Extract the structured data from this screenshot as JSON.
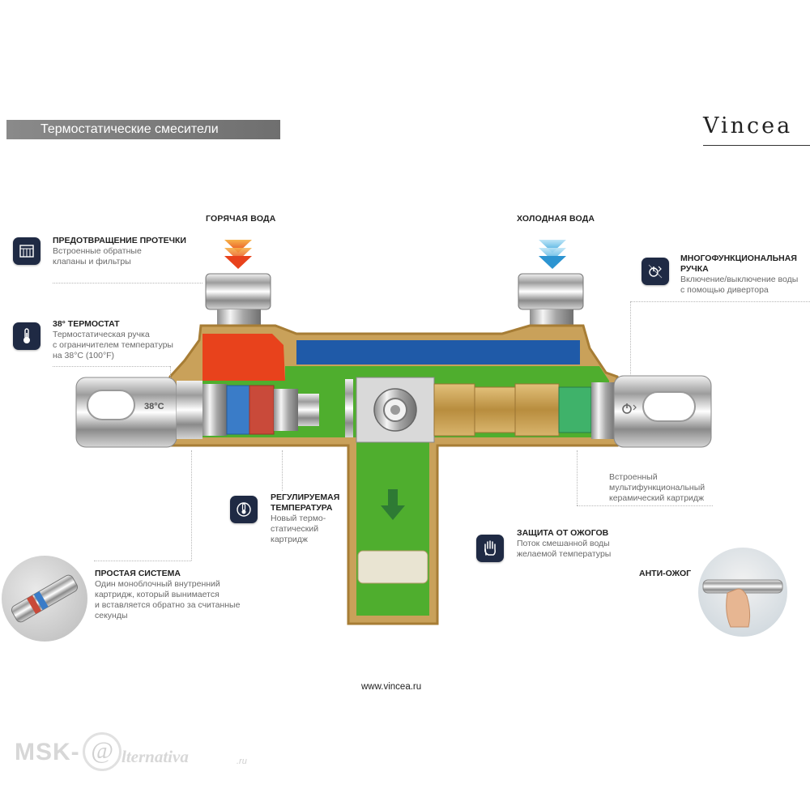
{
  "header": {
    "title": "Термостатические смесители",
    "brand": "Vincea"
  },
  "flows": {
    "hot": "ГОРЯЧАЯ ВОДА",
    "cold": "ХОЛОДНАЯ ВОДА"
  },
  "valve_labels": {
    "temp_marking": "38°C"
  },
  "features": {
    "leak": {
      "title": "ПРЕДОТВРАЩЕНИЕ ПРОТЕЧКИ",
      "desc": [
        "Встроенные обратные",
        "клапаны и фильтры"
      ]
    },
    "thermostat": {
      "title": "38° ТЕРМОСТАТ",
      "desc": [
        "Термостатическая ручка",
        "с ограничителем температуры",
        "на 38°C (100°F)"
      ]
    },
    "handle": {
      "title": [
        "МНОГОФУНКЦИОНАЛЬНАЯ",
        "РУЧКА"
      ],
      "desc": [
        "Включение/выключение воды",
        "с помощью дивертора"
      ]
    },
    "cartridge": {
      "desc": [
        "Встроенный",
        "мультифункциональный",
        "керамический картридж"
      ]
    },
    "adjustable": {
      "title": [
        "РЕГУЛИРУЕМАЯ",
        "ТЕМПЕРАТУРА"
      ],
      "desc": [
        "Новый термо-",
        "статический",
        "картридж"
      ]
    },
    "scald": {
      "title": "ЗАЩИТА ОТ ОЖОГОВ",
      "desc": [
        "Поток смешанной воды",
        "желаемой температуры"
      ]
    },
    "simple": {
      "title": "ПРОСТАЯ СИСТЕМА",
      "desc": [
        "Один моноблочный внутренний",
        "картридж, который вынимается",
        "и вставляется обратно за считанные",
        "секунды"
      ]
    },
    "antiburn": {
      "title": "АНТИ-ОЖОГ"
    }
  },
  "icons": {
    "leak": "filter-icon",
    "thermostat": "thermometer-icon",
    "handle": "power-diverter-icon",
    "adjustable": "thermometer-dial-icon",
    "scald": "hand-icon"
  },
  "footer": {
    "website": "www.vincea.ru"
  },
  "watermark": {
    "left": "MSK-",
    "at": "@",
    "right": "lternativa",
    "tld": ".ru"
  },
  "colors": {
    "hot": "#e8421c",
    "cold": "#1f5aa8",
    "mixed": "#4fae2e",
    "housing": "#c9a15a",
    "icon_bg": "#1f2a44",
    "header_bar": "#7a7a7a"
  }
}
